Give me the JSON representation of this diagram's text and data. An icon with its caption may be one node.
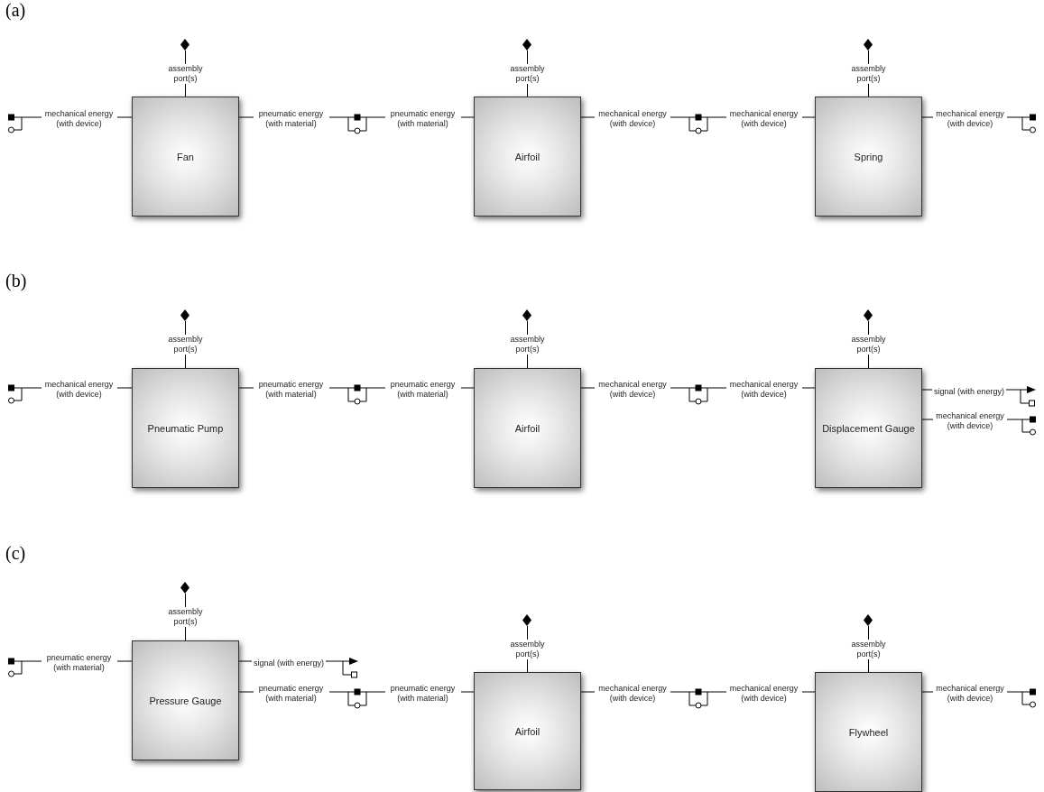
{
  "diagram": {
    "nodes": [
      {
        "text": [],
        "shape": "diamond"
      },
      {
        "text": [],
        "shape": "port"
      },
      {
        "text": [
          "Fan"
        ]
      },
      {
        "text": [],
        "shape": "coupling"
      },
      {
        "text": [],
        "shape": "diamond"
      },
      {
        "text": [
          "Airfoil"
        ]
      },
      {
        "text": [],
        "shape": "coupling"
      },
      {
        "text": [],
        "shape": "diamond"
      },
      {
        "text": [
          "Spring"
        ]
      },
      {
        "text": [],
        "shape": "port"
      },
      {
        "text": [],
        "shape": "diamond"
      },
      {
        "text": [],
        "shape": "port"
      },
      {
        "text": [
          "Pneumatic Pump"
        ]
      },
      {
        "text": [],
        "shape": "coupling"
      },
      {
        "text": [],
        "shape": "diamond"
      },
      {
        "text": [
          "Airfoil"
        ]
      },
      {
        "text": [],
        "shape": "coupling"
      },
      {
        "text": [],
        "shape": "diamond"
      },
      {
        "text": [
          "Displacement Gauge"
        ]
      },
      {
        "text": [],
        "shape": "signal-port"
      },
      {
        "text": [],
        "shape": "port"
      },
      {
        "text": [],
        "shape": "diamond"
      },
      {
        "text": [],
        "shape": "port"
      },
      {
        "text": [
          "Pressure Gauge"
        ]
      },
      {
        "text": [],
        "shape": "signal-port"
      },
      {
        "text": [],
        "shape": "coupling"
      },
      {
        "text": [],
        "shape": "diamond"
      },
      {
        "text": [
          "Airfoil"
        ]
      },
      {
        "text": [],
        "shape": "coupling"
      },
      {
        "text": [],
        "shape": "diamond"
      },
      {
        "text": [
          "Flywheel"
        ]
      },
      {
        "text": [],
        "shape": "port"
      }
    ],
    "edges": [
      {
        "from": 2,
        "to": 0,
        "arrow": "none",
        "label": "assembly port(s)"
      },
      {
        "from": 2,
        "to": 1,
        "arrow": "none",
        "label": "mechanical energy (with device)"
      },
      {
        "from": 2,
        "to": 3,
        "arrow": "none",
        "label": "pneumatic energy (with material)"
      },
      {
        "from": 3,
        "to": 5,
        "arrow": "none",
        "label": "pneumatic energy (with material)"
      },
      {
        "from": 5,
        "to": 4,
        "arrow": "none",
        "label": "assembly port(s)"
      },
      {
        "from": 5,
        "to": 6,
        "arrow": "none",
        "label": "mechanical energy (with device)"
      },
      {
        "from": 6,
        "to": 8,
        "arrow": "none",
        "label": "mechanical energy (with device)"
      },
      {
        "from": 8,
        "to": 7,
        "arrow": "none",
        "label": "assembly port(s)"
      },
      {
        "from": 8,
        "to": 9,
        "arrow": "none",
        "label": "mechanical energy (with device)"
      },
      {
        "from": 12,
        "to": 10,
        "arrow": "none",
        "label": "assembly port(s)"
      },
      {
        "from": 12,
        "to": 11,
        "arrow": "none",
        "label": "mechanical energy (with device)"
      },
      {
        "from": 12,
        "to": 13,
        "arrow": "none",
        "label": "pneumatic energy (with material)"
      },
      {
        "from": 13,
        "to": 15,
        "arrow": "none",
        "label": "pneumatic energy (with material)"
      },
      {
        "from": 15,
        "to": 14,
        "arrow": "none",
        "label": "assembly port(s)"
      },
      {
        "from": 15,
        "to": 16,
        "arrow": "none",
        "label": "mechanical energy (with device)"
      },
      {
        "from": 16,
        "to": 18,
        "arrow": "none",
        "label": "mechanical energy (with device)"
      },
      {
        "from": 18,
        "to": 17,
        "arrow": "none",
        "label": "assembly port(s)"
      },
      {
        "from": 18,
        "to": 19,
        "arrow": "none",
        "label": "signal (with energy)"
      },
      {
        "from": 18,
        "to": 20,
        "arrow": "none",
        "label": "mechanical energy (with device)"
      },
      {
        "from": 23,
        "to": 21,
        "arrow": "none",
        "label": "assembly port(s)"
      },
      {
        "from": 23,
        "to": 22,
        "arrow": "none",
        "label": "pneumatic energy (with material)"
      },
      {
        "from": 23,
        "to": 24,
        "arrow": "none",
        "label": "signal (with energy)"
      },
      {
        "from": 23,
        "to": 25,
        "arrow": "none",
        "label": "pneumatic energy (with material)"
      },
      {
        "from": 25,
        "to": 27,
        "arrow": "none",
        "label": "pneumatic energy (with material)"
      },
      {
        "from": 27,
        "to": 26,
        "arrow": "none",
        "label": "assembly port(s)"
      },
      {
        "from": 27,
        "to": 28,
        "arrow": "none",
        "label": "mechanical energy (with device)"
      },
      {
        "from": 28,
        "to": 30,
        "arrow": "none",
        "label": "mechanical energy (with device)"
      },
      {
        "from": 30,
        "to": 29,
        "arrow": "none",
        "label": "assembly port(s)"
      },
      {
        "from": 30,
        "to": 31,
        "arrow": "none",
        "label": "mechanical energy (with device)"
      }
    ],
    "labels": [
      "(a)",
      "(b)",
      "(c)"
    ]
  }
}
